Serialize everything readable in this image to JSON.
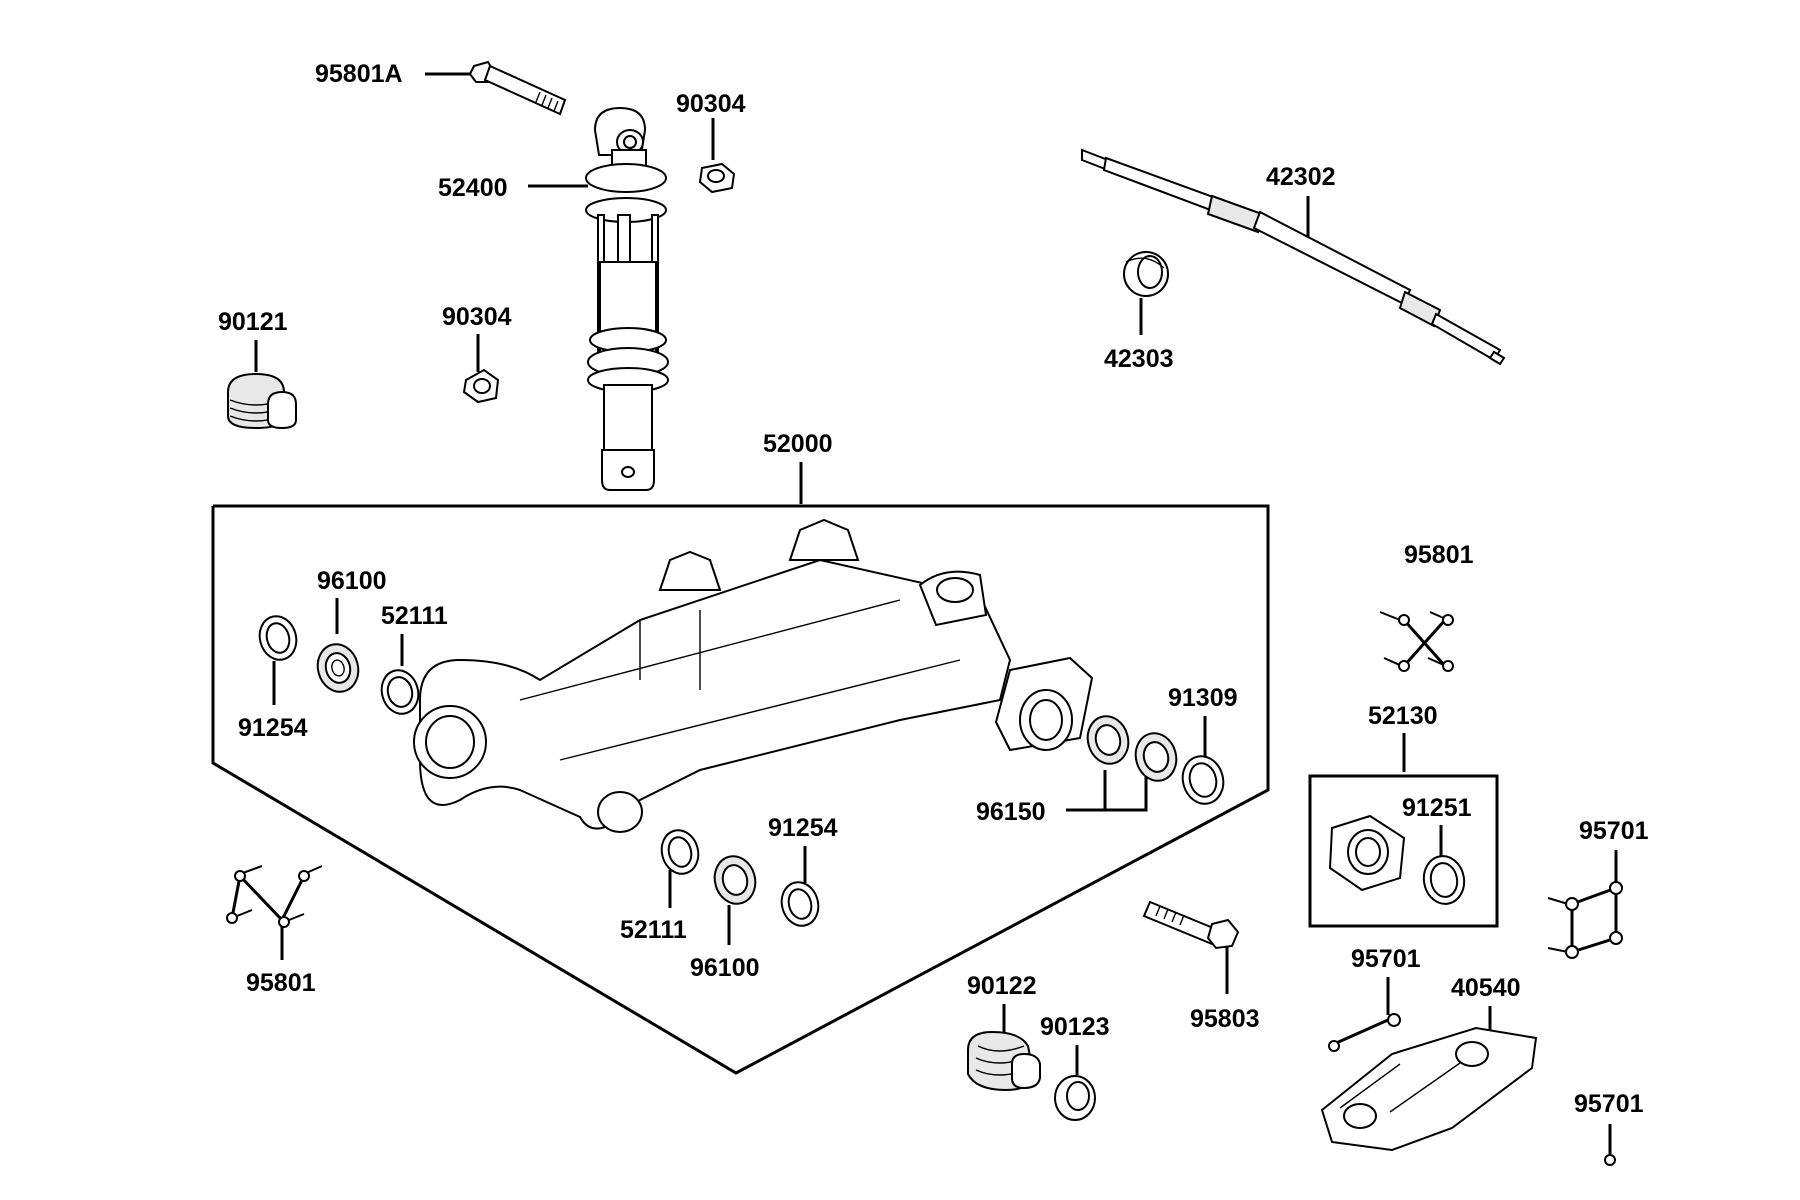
{
  "diagram": {
    "labels": {
      "p95801A": "95801A",
      "p90304_top": "90304",
      "p52400": "52400",
      "p42302": "42302",
      "p90121": "90121",
      "p90304_mid": "90304",
      "p42303": "42303",
      "p52000": "52000",
      "p96100_upper": "96100",
      "p52111_upper": "52111",
      "p91254_left": "91254",
      "p91309": "91309",
      "p96150": "96150",
      "p91254_lower": "91254",
      "p52111_lower": "52111",
      "p96100_lower": "96100",
      "p95801_left": "95801",
      "p95801_right": "95801",
      "p52130": "52130",
      "p91251": "91251",
      "p95701_right": "95701",
      "p95701_mid": "95701",
      "p40540": "40540",
      "p95701_bottom": "95701",
      "p90122": "90122",
      "p90123": "90123",
      "p95803": "95803"
    }
  }
}
